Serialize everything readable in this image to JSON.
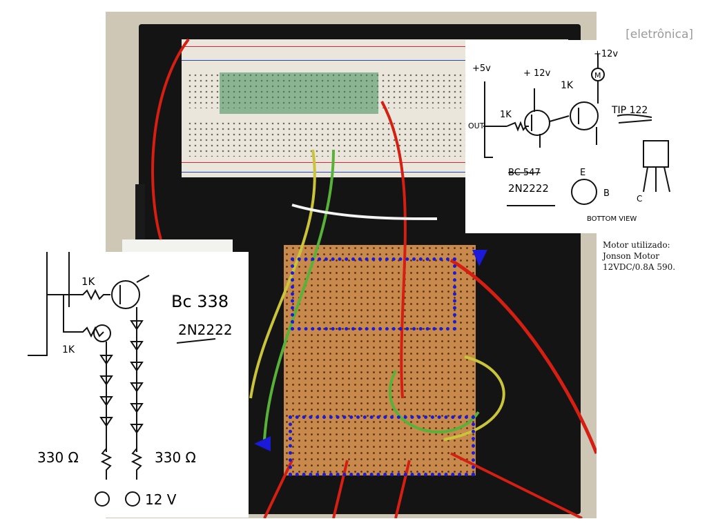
{
  "header": {
    "tag": "[eletrônica]"
  },
  "caption": {
    "lines": [
      "Motor utilizado:",
      "Jonson Motor",
      "12VDC/0.8A 590."
    ]
  },
  "sketch_right": {
    "plus5v": "+5v",
    "plus12v_left": "+ 12v",
    "plus12v_right": "+12v",
    "out": "OUT",
    "r1": "1K",
    "r2": "1K",
    "motor": "M",
    "tip": "TIP 122",
    "bc_crossed": "BC 547",
    "npn_2n": "2N2222",
    "pin_b": "B",
    "pin_c": "C",
    "pin_e": "E",
    "bottom_view": "BOTTOM VIEW"
  },
  "sketch_left": {
    "r_top": "1K",
    "r_mid": "1K",
    "bc": "Bc 338",
    "n2": "2N2222",
    "res1": "330 Ω",
    "res2": "330 Ω",
    "v12": "12 V"
  },
  "colors": {
    "marker": "#1a1ad8",
    "tag": "#9a9a9a"
  }
}
